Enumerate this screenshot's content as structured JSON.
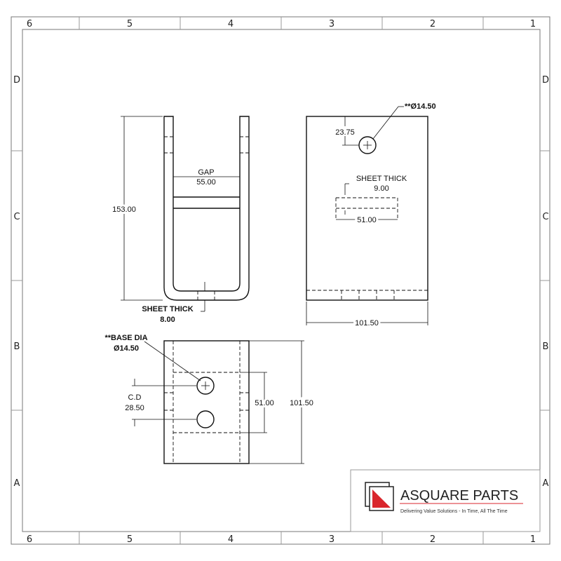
{
  "frame": {
    "columns_top": [
      "6",
      "5",
      "4",
      "3",
      "2",
      "1"
    ],
    "columns_bottom": [
      "6",
      "5",
      "4",
      "3",
      "2",
      "1"
    ],
    "rows_left": [
      "D",
      "C",
      "B",
      "A"
    ],
    "rows_right": [
      "D",
      "C",
      "B",
      "A"
    ]
  },
  "front_view": {
    "height_dim": "153.00",
    "gap_label": "GAP",
    "gap_value": "55.00",
    "sheet_thick_label": "SHEET THICK",
    "sheet_thick_value": "8.00"
  },
  "side_view": {
    "hole_dia": "**Ø14.50",
    "hole_offset": "23.75",
    "sheet_thick_label": "SHEET THICK",
    "sheet_thick_value": "9.00",
    "slot_width": "51.00",
    "width_dim": "101.50"
  },
  "top_view": {
    "base_dia_label": "**BASE DIA",
    "base_dia_value": "Ø14.50",
    "cd_label": "C.D",
    "cd_value": "28.50",
    "inner_dim": "51.00",
    "outer_dim": "101.50"
  },
  "title_block": {
    "company": "ASQUARE PARTS",
    "tagline": "Delivering Value Solutions - In Time, All The Time",
    "accent_color": "#d9262c"
  }
}
